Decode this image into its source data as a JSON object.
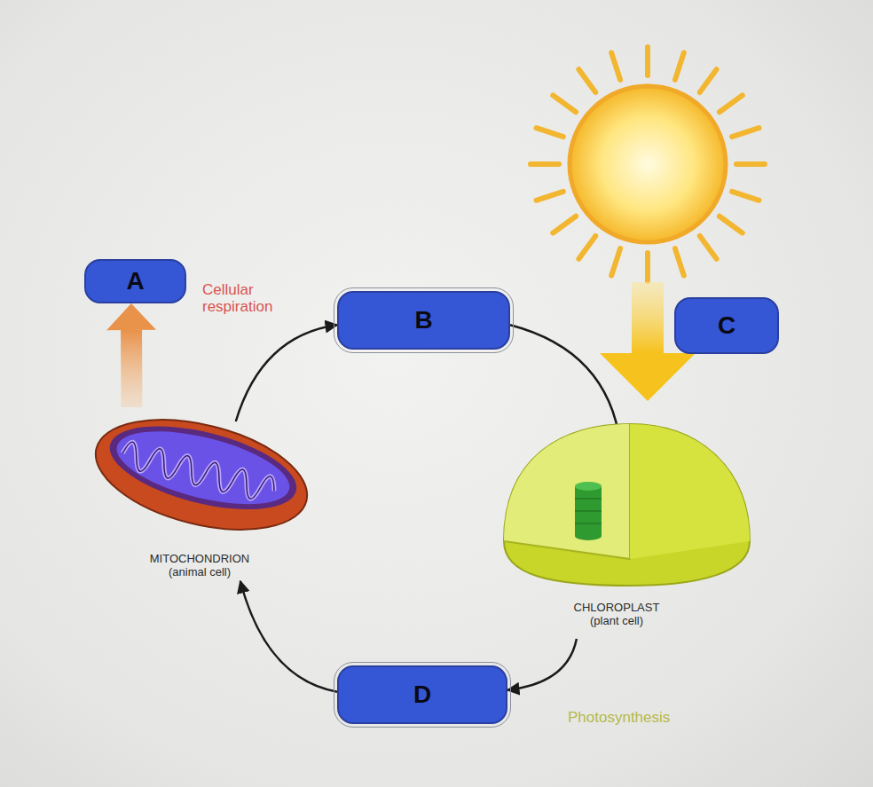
{
  "diagram": {
    "nodes": [
      {
        "text": [
          "A"
        ]
      },
      {
        "text": [
          "B"
        ]
      },
      {
        "text": [
          "C"
        ]
      },
      {
        "text": [
          "MITOCHONDRION (animal cell)"
        ]
      },
      {
        "text": [
          "CHLOROPLAST (plant cell)"
        ]
      },
      {
        "text": [
          "D"
        ]
      }
    ],
    "edges": [
      {
        "from": 3,
        "to": 1,
        "arrow": "to"
      },
      {
        "from": 1,
        "to": 4,
        "arrow": "to"
      },
      {
        "from": 4,
        "to": 5,
        "arrow": "to"
      },
      {
        "from": 5,
        "to": 3,
        "arrow": "to"
      },
      {
        "from": 3,
        "to": 0,
        "arrow": "to"
      }
    ],
    "labels": [
      "Cellular respiration",
      "Photosynthesis"
    ]
  }
}
